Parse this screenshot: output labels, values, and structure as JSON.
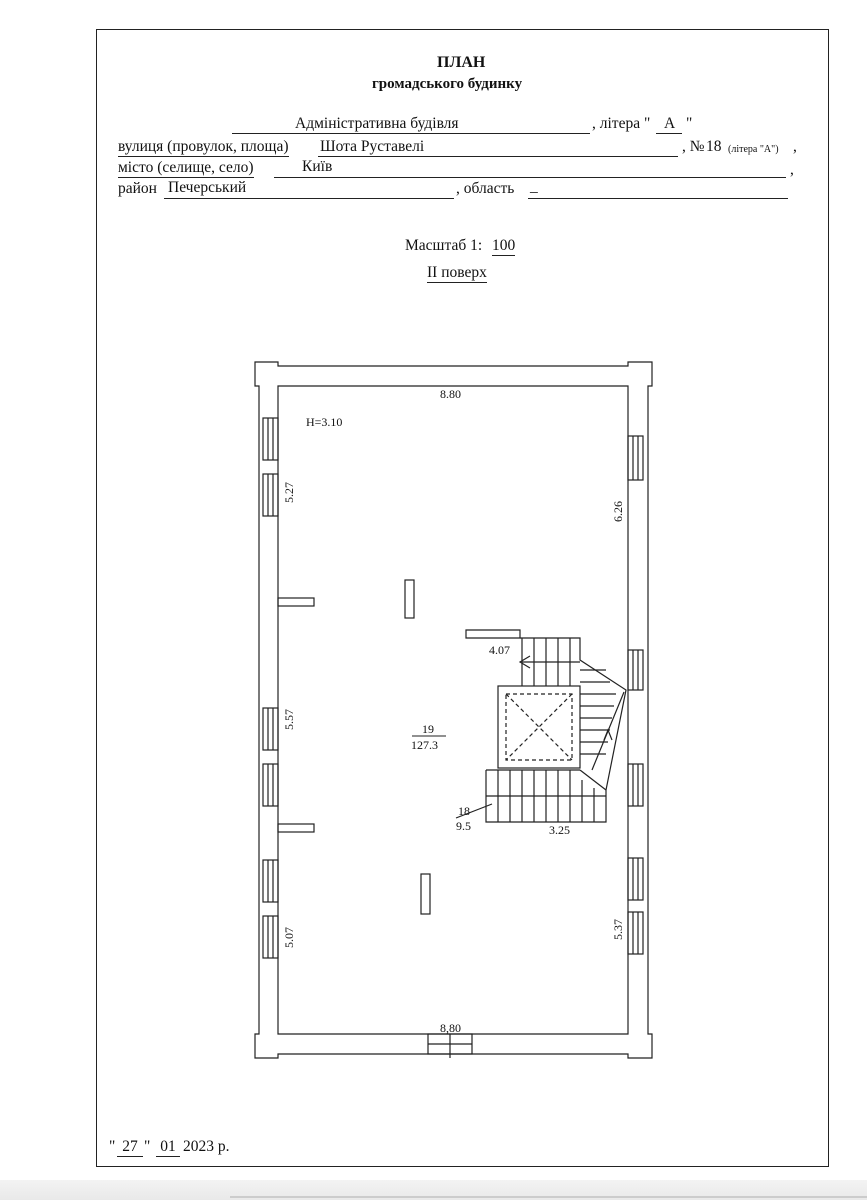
{
  "header": {
    "title": "ПЛАН",
    "subtitle": "громадського будинку"
  },
  "form": {
    "building_name": "Адміністративна будівля",
    "litera_label": ", літера \"",
    "litera_value": "А",
    "litera_close": "\"",
    "street_label": "вулиця (провулок, площа)",
    "street_value": "Шота Руставелі",
    "number_label": ", №",
    "number_value": "18",
    "number_note": "(літера \"А\")",
    "comma": ",",
    "city_label": "місто (селище, село)",
    "city_value": "Київ",
    "district_label": "район",
    "district_value": "Печерський",
    "region_label": ", область",
    "region_value": "_"
  },
  "scale": {
    "label": "Масштаб 1:",
    "value": "100",
    "floor": "ІІ поверх"
  },
  "plan": {
    "height_label": "Н=3.10",
    "dim_top": "8.80",
    "dim_bottom": "8,80",
    "dim_left_1": "5.27",
    "dim_left_2": "5.57",
    "dim_left_3": "5.07",
    "dim_right_1": "6.26",
    "dim_right_2": "5.37",
    "dim_stair_top": "4.07",
    "dim_stair_bottom": "3.25",
    "room_main_number": "19",
    "room_main_area": "127.3",
    "room_stair_number": "18",
    "room_stair_area": "9.5"
  },
  "footer": {
    "q1": "\"",
    "day": "27",
    "q2": "\"",
    "month": "01",
    "year_suffix": "2023 р."
  }
}
